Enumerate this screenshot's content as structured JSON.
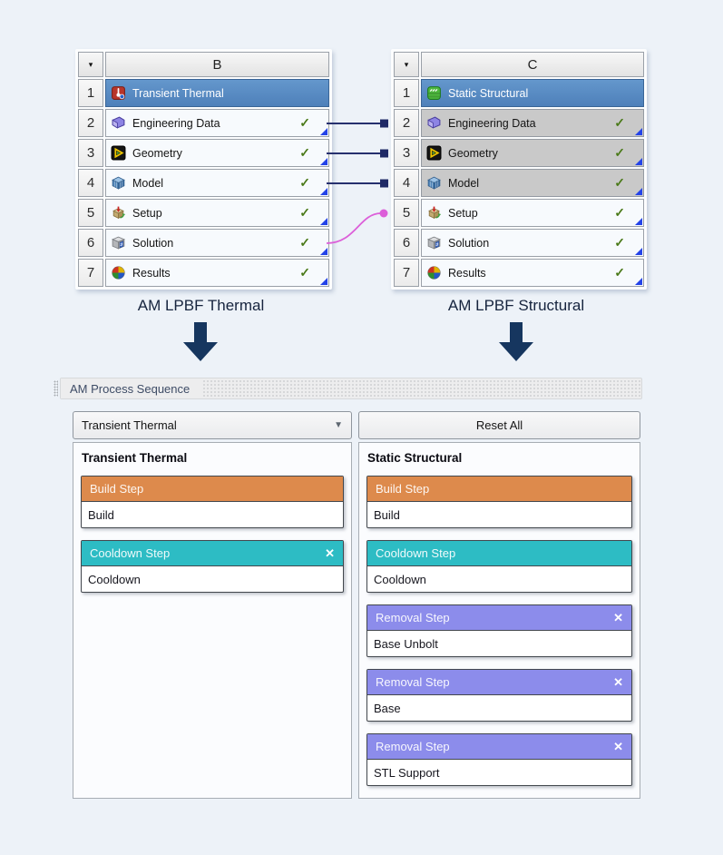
{
  "glyphs": {
    "header_dropdown": "▾",
    "check": "✓",
    "close": "✕",
    "select_arrow": "▼"
  },
  "schematic": {
    "blocks": [
      {
        "header": "B",
        "caption": "AM LPBF Thermal",
        "rows": [
          {
            "num": "1",
            "label": "Transient Thermal",
            "selected": true
          },
          {
            "num": "2",
            "label": "Engineering Data",
            "status": "ok"
          },
          {
            "num": "3",
            "label": "Geometry",
            "status": "ok"
          },
          {
            "num": "4",
            "label": "Model",
            "status": "ok"
          },
          {
            "num": "5",
            "label": "Setup",
            "status": "ok"
          },
          {
            "num": "6",
            "label": "Solution",
            "status": "ok"
          },
          {
            "num": "7",
            "label": "Results",
            "status": "ok"
          }
        ]
      },
      {
        "header": "C",
        "caption": "AM LPBF Structural",
        "rows": [
          {
            "num": "1",
            "label": "Static Structural",
            "selected": true
          },
          {
            "num": "2",
            "label": "Engineering Data",
            "status": "ok",
            "shared": true
          },
          {
            "num": "3",
            "label": "Geometry",
            "status": "ok",
            "shared": true
          },
          {
            "num": "4",
            "label": "Model",
            "status": "ok",
            "shared": true
          },
          {
            "num": "5",
            "label": "Setup",
            "status": "ok"
          },
          {
            "num": "6",
            "label": "Solution",
            "status": "ok"
          },
          {
            "num": "7",
            "label": "Results",
            "status": "ok"
          }
        ]
      }
    ],
    "links": [
      {
        "from": "B2",
        "to": "C2",
        "type": "share"
      },
      {
        "from": "B3",
        "to": "C3",
        "type": "share"
      },
      {
        "from": "B4",
        "to": "C4",
        "type": "share"
      },
      {
        "from": "B6",
        "to": "C5",
        "type": "transfer"
      }
    ]
  },
  "sequence": {
    "panel_title": "AM Process Sequence",
    "selector_value": "Transient Thermal",
    "reset_button": "Reset All",
    "columns": [
      {
        "title": "Transient Thermal",
        "cards": [
          {
            "type": "build",
            "title": "Build Step",
            "body": "Build",
            "closable": false
          },
          {
            "type": "cooldown",
            "title": "Cooldown Step",
            "body": "Cooldown",
            "closable": true
          }
        ]
      },
      {
        "title": "Static Structural",
        "cards": [
          {
            "type": "build",
            "title": "Build Step",
            "body": "Build",
            "closable": false
          },
          {
            "type": "cooldown",
            "title": "Cooldown Step",
            "body": "Cooldown",
            "closable": false
          },
          {
            "type": "removal",
            "title": "Removal Step",
            "body": "Base Unbolt",
            "closable": true
          },
          {
            "type": "removal",
            "title": "Removal Step",
            "body": "Base",
            "closable": true
          },
          {
            "type": "removal",
            "title": "Removal Step",
            "body": "STL Support",
            "closable": true
          }
        ]
      }
    ]
  },
  "colors": {
    "page_bg": "#EDF2F8",
    "selected_row": "#5688C3",
    "shared_cell": "#C9C9C9",
    "link_navy": "#26306E",
    "link_magenta": "#DC5FD9",
    "arrow_navy": "#16365F",
    "build_step": "#DD8A4C",
    "cooldown_step": "#2DBCC4",
    "removal_step": "#8C8CEB",
    "check_green": "#4B7A1A",
    "corner_blue": "#2443E8"
  }
}
